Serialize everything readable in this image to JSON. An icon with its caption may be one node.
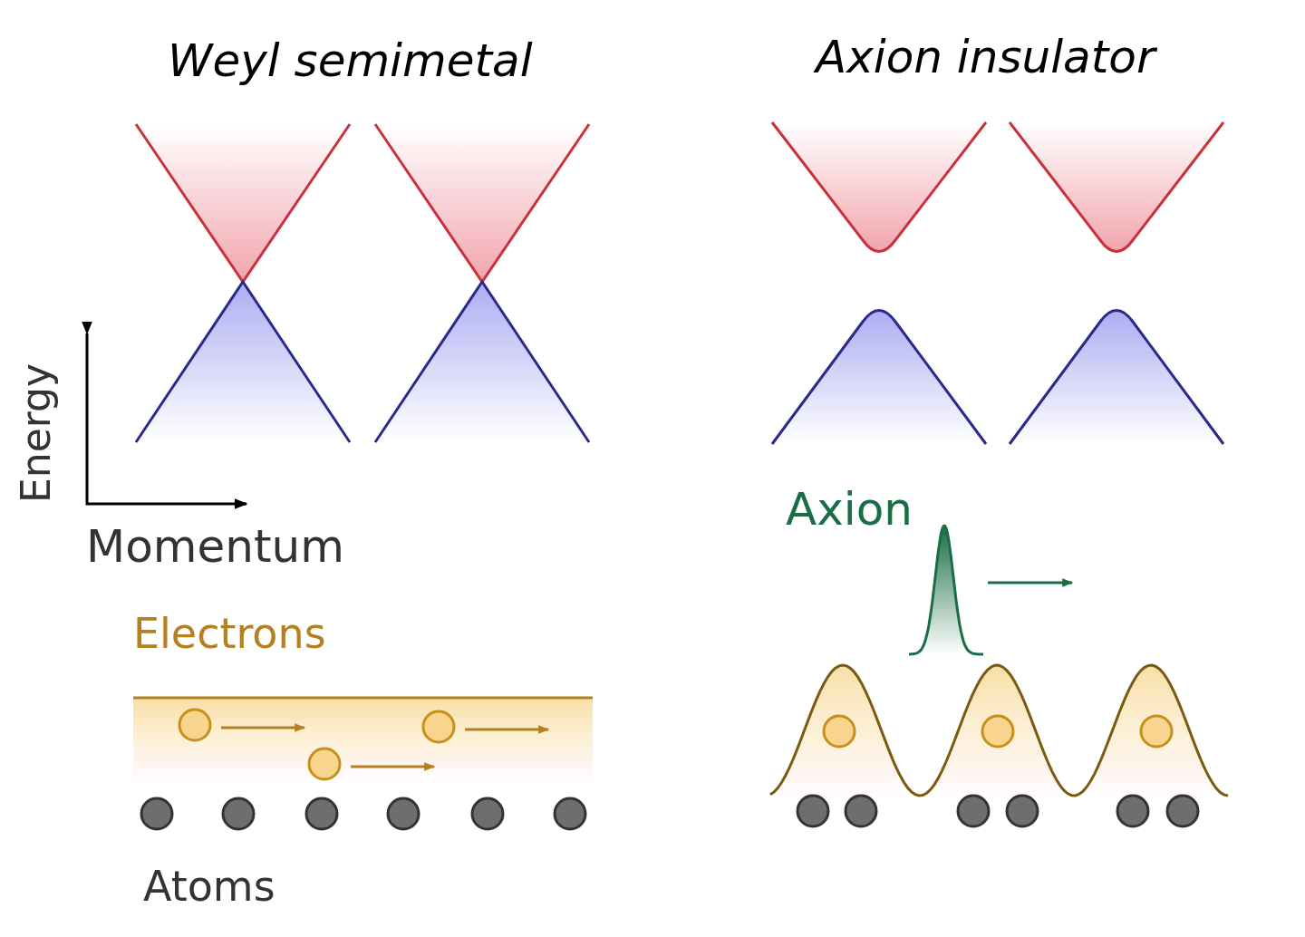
{
  "diagram": {
    "labels": [
      "Weyl semimetal",
      "Axion insulator",
      "Energy",
      "Axion",
      "Momentum",
      "Electrons",
      "Atoms"
    ]
  }
}
